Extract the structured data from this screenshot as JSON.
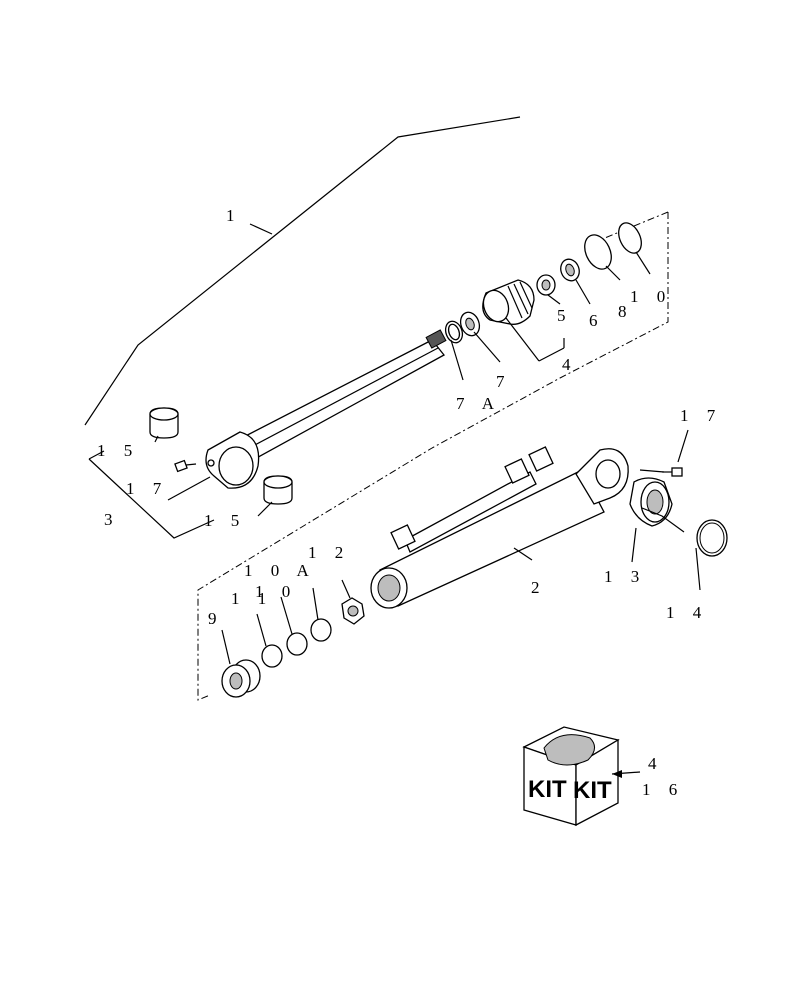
{
  "diagram": {
    "callouts": {
      "c1": "1",
      "c2": "2",
      "c3": "3",
      "c4_top": "4",
      "c4_kit": "4",
      "c5": "5",
      "c6": "6",
      "c7": "7",
      "c7a": "7 A",
      "c8": "8",
      "c9": "9",
      "c10_top": "1 0",
      "c10_bottom": "1 0",
      "c10a": "1 0 A",
      "c11": "1 1",
      "c12": "1 2",
      "c13": "1 3",
      "c14": "1 4",
      "c15_top": "1 5",
      "c15_bottom": "1 5",
      "c16": "1 6",
      "c17_left": "1 7",
      "c17_right": "1 7"
    },
    "kit_box": {
      "label_left": "KIT",
      "label_right": "KIT"
    }
  }
}
